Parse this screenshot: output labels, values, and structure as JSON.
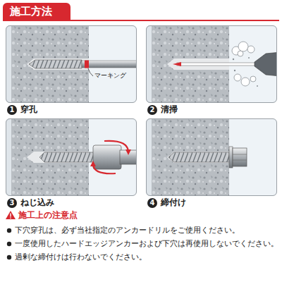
{
  "diagram": {
    "title": "施工方法",
    "nodes": [
      {
        "text": [
          "穿孔"
        ]
      },
      {
        "text": [
          "清掃"
        ]
      },
      {
        "text": [
          "ねじ込み"
        ]
      },
      {
        "text": [
          "締付け"
        ]
      }
    ],
    "labels": [
      "1",
      "2",
      "3",
      "4",
      "マーキング",
      "施工上の注意点",
      "下穴穿孔は、必ず当社指定のアンカードリルをご使用ください。",
      "一度使用したハードエッジアンカーおよび下穴は再使用しないでください。",
      "過剰な締付けは行わないでください。"
    ]
  }
}
